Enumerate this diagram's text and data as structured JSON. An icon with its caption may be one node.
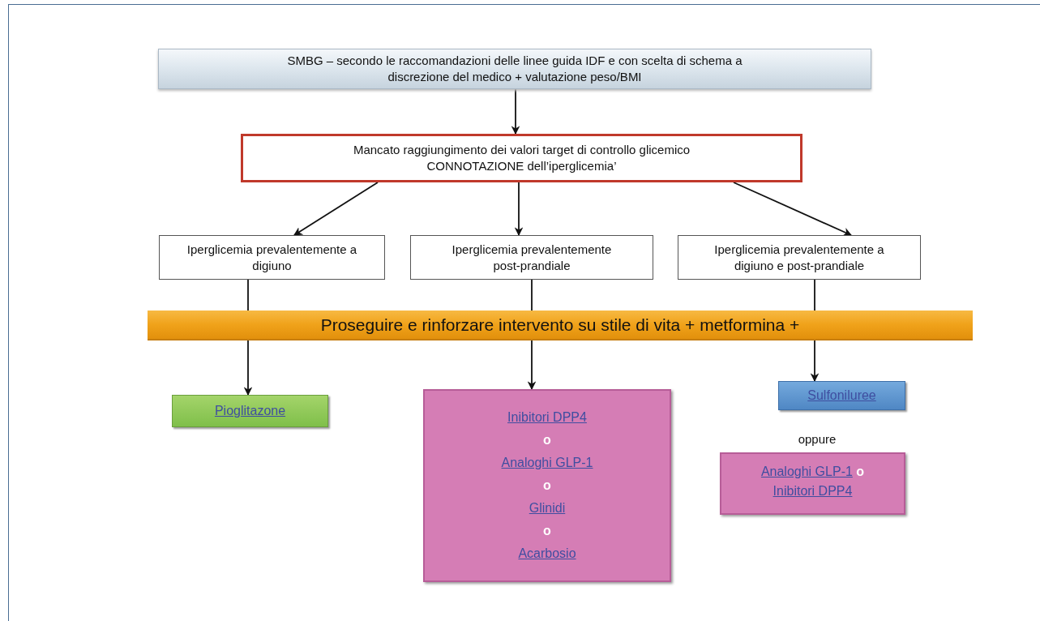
{
  "diagram": {
    "nodes": [
      {
        "text": [
          "SMBG – secondo le raccomandazioni delle linee guida IDF e con scelta di schema a discrezione del medico + valutazione peso/BMI"
        ]
      },
      {
        "text": [
          "Mancato raggiungimento dei valori target di controllo glicemico",
          "CONNOTAZIONE dell’iperglicemia’"
        ]
      },
      {
        "text": [
          "Iperglicemia prevalentemente a digiuno"
        ]
      },
      {
        "text": [
          "Iperglicemia prevalentemente post-prandiale"
        ]
      },
      {
        "text": [
          "Iperglicemia prevalentemente a digiuno e post-prandiale"
        ]
      },
      {
        "text": [
          "Proseguire e rinforzare intervento su stile di vita + metformina +"
        ]
      },
      {
        "text": [
          "Pioglitazone"
        ]
      },
      {
        "text": [
          "Inibitori DPP4",
          "o",
          "Analoghi GLP-1",
          "o",
          "Glinidi",
          "o",
          "Acarbosio"
        ]
      },
      {
        "text": [
          "Sulfoniluree"
        ]
      },
      {
        "text": [
          "Analoghi GLP-1",
          "o",
          "Inibitori DPP4"
        ]
      }
    ],
    "edges": [
      {
        "from": 0,
        "to": 1,
        "arrow": "to"
      },
      {
        "from": 1,
        "to": 2,
        "arrow": "to"
      },
      {
        "from": 1,
        "to": 3,
        "arrow": "to"
      },
      {
        "from": 1,
        "to": 4,
        "arrow": "to"
      },
      {
        "from": 2,
        "to": 5,
        "arrow": "none"
      },
      {
        "from": 3,
        "to": 5,
        "arrow": "none"
      },
      {
        "from": 4,
        "to": 5,
        "arrow": "none"
      },
      {
        "from": 5,
        "to": 6,
        "arrow": "to"
      },
      {
        "from": 5,
        "to": 7,
        "arrow": "to"
      },
      {
        "from": 5,
        "to": 8,
        "arrow": "to"
      }
    ],
    "labels": [
      "oppure"
    ]
  }
}
